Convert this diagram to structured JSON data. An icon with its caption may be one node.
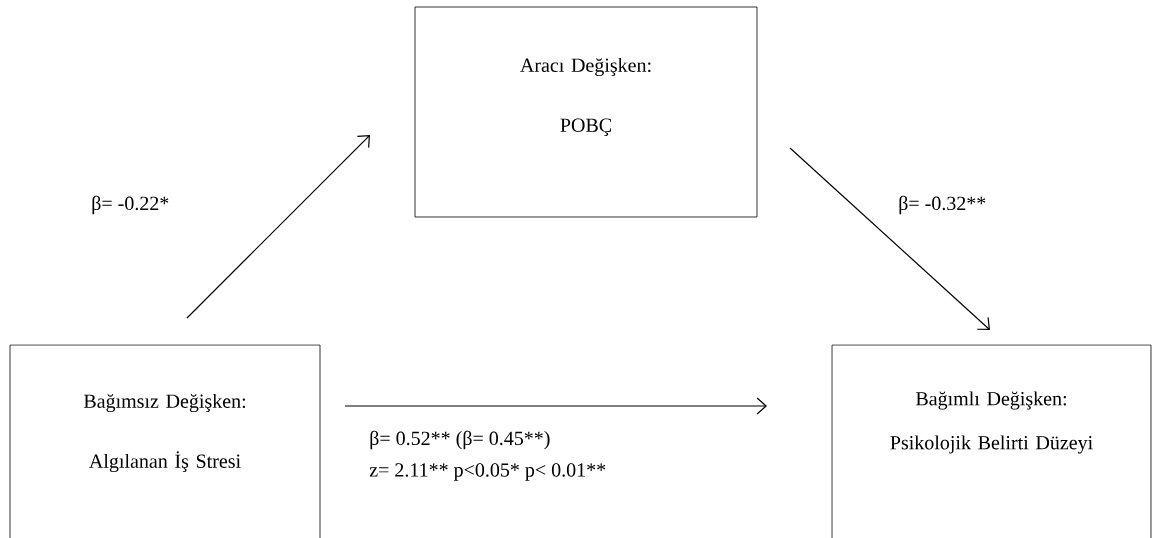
{
  "diagram": {
    "nodes": [
      {
        "text": [
          "Bağımsız Değişken:",
          "Algılanan İş Stresi"
        ]
      },
      {
        "text": [
          "Aracı Değişken:",
          "POBÇ"
        ]
      },
      {
        "text": [
          "Bağımlı Değişken:",
          "Psikolojik Belirti Düzeyi"
        ]
      }
    ],
    "edges": [
      {
        "from": 0,
        "to": 1,
        "arrow": "to",
        "label": "β= -0.22*"
      },
      {
        "from": 1,
        "to": 2,
        "arrow": "to",
        "label": "β= -0.32**"
      },
      {
        "from": 0,
        "to": 2,
        "arrow": "to",
        "label": "β= 0.52** (β= 0.45**)"
      }
    ],
    "labels": [
      "z=  2.11**  p<0.05* p< 0.01**"
    ]
  }
}
